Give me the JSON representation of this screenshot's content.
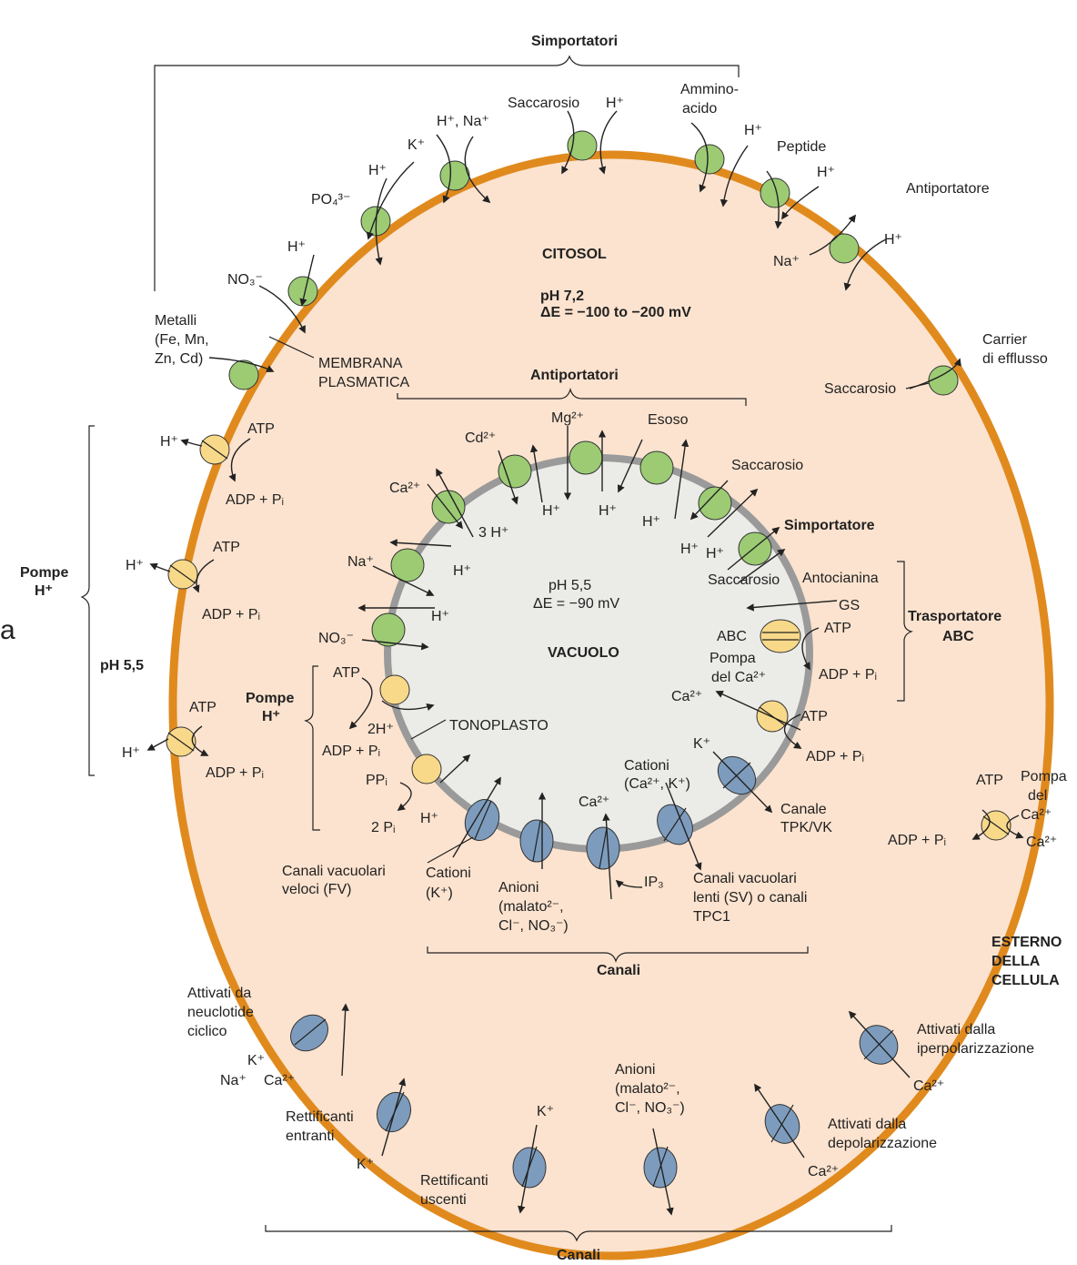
{
  "compartments": {
    "cytosol": "CITOSOL",
    "cytosol_ph": "pH 7,2",
    "cytosol_potential": "ΔE = −100 to −200 mV",
    "vacuole": "VACUOLO",
    "vacuole_ph": "pH 5,5",
    "vacuole_potential": "ΔE = −90 mV",
    "exterior_1": "ESTERNO",
    "exterior_2": "DELLA",
    "exterior_3": "CELLULA",
    "exterior_ph": "pH 5,5",
    "membrane_1": "MEMBRANA",
    "membrane_2": "PLASMATICA",
    "tonoplast": "TONOPLASTO"
  },
  "groups": {
    "symporters_top": "Simportatori",
    "antiporter_right": "Antiportatore",
    "antiporters_vac": "Antiportatori",
    "symporter_vac": "Simportatore",
    "pumps_left_1": "Pompe",
    "pumps_left_2": "H⁺",
    "pumps_vac_1": "Pompe",
    "pumps_vac_2": "H⁺",
    "abc_1": "Trasportatore",
    "abc_2": "ABC",
    "channels_vac": "Canali",
    "channels_bottom": "Canali"
  },
  "labels": {
    "saccarosio_top": "Saccarosio",
    "h_top": "H⁺",
    "amino_1": "Ammino-",
    "amino_2": "acido",
    "h_amino": "H⁺",
    "peptide": "Peptide",
    "h_peptide": "H⁺",
    "h_antiport": "H⁺",
    "na_antiport": "Na⁺",
    "h_na": "H⁺, Na⁺",
    "k_sym": "K⁺",
    "h_po4": "H⁺",
    "po4": "PO₄³⁻",
    "h_no3": "H⁺",
    "no3": "NO₃⁻",
    "metals_1": "Metalli",
    "metals_2": "(Fe, Mn,",
    "metals_3": "Zn, Cd)",
    "carrier_1": "Carrier",
    "carrier_2": "di efflusso",
    "saccarosio_efflux": "Saccarosio",
    "pump1_h": "H⁺",
    "pump1_atp": "ATP",
    "pump1_adp": "ADP + Pᵢ",
    "pump2_h": "H⁺",
    "pump2_atp": "ATP",
    "pump2_adp": "ADP + Pᵢ",
    "pump3_h": "H⁺",
    "pump3_atp": "ATP",
    "pump3_adp": "ADP + Pᵢ",
    "mg": "Mg²⁺",
    "esoso": "Esoso",
    "cd": "Cd²⁺",
    "ca_vac": "Ca²⁺",
    "h3": "3 H⁺",
    "h_mg": "H⁺",
    "h_esoso": "H⁺",
    "h_sacc_vac": "H⁺",
    "h_cd": "H⁺",
    "saccarosio_vac": "Saccarosio",
    "h_sym_1": "H⁺",
    "h_sym_2": "H⁺",
    "saccarosio_sym": "Saccarosio",
    "na_vac": "Na⁺",
    "h_na_vac": "H⁺",
    "no3_vac": "NO₃⁻",
    "h_no3_vac": "H⁺",
    "antocianina": "Antocianina",
    "gs": "GS",
    "abc": "ABC",
    "abc_atp": "ATP",
    "abc_adp": "ADP + Pᵢ",
    "pompa_ca_1": "Pompa",
    "pompa_ca_2": "del Ca²⁺",
    "ca_pump_vac": "Ca²⁺",
    "ca_pump_atp": "ATP",
    "ca_pump_adp": "ADP + Pᵢ",
    "vac_atp": "ATP",
    "vac_2h": "2H⁺",
    "vac_adp": "ADP + Pᵢ",
    "vac_ppi": "PPᵢ",
    "vac_2pi": "2 Pᵢ",
    "vac_h_ppi": "H⁺",
    "k_tpk": "K⁺",
    "tpk_1": "Canale",
    "tpk_2": "TPK/VK",
    "cations_sv_1": "Cationi",
    "cations_sv_2": "(Ca²⁺, K⁺)",
    "ca_ip3": "Ca²⁺",
    "ip3": "IP₃",
    "sv_1": "Canali vacuolari",
    "sv_2": "lenti (SV) o canali",
    "sv_3": "TPC1",
    "fv_1": "Canali vacuolari",
    "fv_2": "veloci (FV)",
    "cations_k_1": "Cationi",
    "cations_k_2": "(K⁺)",
    "anions_vac_1": "Anioni",
    "anions_vac_2": "(malato²⁻,",
    "anions_vac_3": "Cl⁻, NO₃⁻)",
    "pm_pump_atp": "ATP",
    "pm_pump_1": "Pompa",
    "pm_pump_2": "del",
    "pm_pump_3": "Ca²⁺",
    "pm_pump_ca": "Ca²⁺",
    "pm_pump_adp": "ADP + Pᵢ",
    "cyclic_1": "Attivati da",
    "cyclic_2": "neuclotide",
    "cyclic_3": "ciclico",
    "cyclic_k": "K⁺",
    "cyclic_na": "Na⁺",
    "cyclic_ca": "Ca²⁺",
    "inward_1": "Rettificanti",
    "inward_2": "entranti",
    "inward_k": "K⁺",
    "outward_1": "Rettificanti",
    "outward_2": "uscenti",
    "outward_k": "K⁺",
    "anions_pm_1": "Anioni",
    "anions_pm_2": "(malato²⁻,",
    "anions_pm_3": "Cl⁻, NO₃⁻)",
    "depol_1": "Attivati dalla",
    "depol_2": "depolarizzazione",
    "depol_ca": "Ca²⁺",
    "hyperpol_1": "Attivati dalla",
    "hyperpol_2": "iperpolarizzazione",
    "hyperpol_ca": "Ca²⁺",
    "stray_a": "a"
  },
  "colors": {
    "cell_fill": "#fce3cf",
    "cell_membrane": "#e08a1e",
    "vacuole_fill": "#ebebe8",
    "tonoplast": "#9a9a9a",
    "carrier_green": "#9ccb74",
    "pump_yellow": "#f8d98a",
    "channel_blue": "#7d9cbd"
  }
}
